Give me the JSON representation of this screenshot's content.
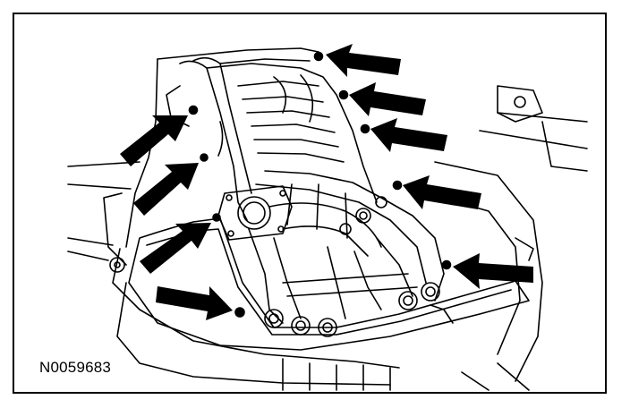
{
  "figure": {
    "code": "N0059683",
    "description_type": "line-art service illustration",
    "ink_color": "#000000",
    "paper_color": "#ffffff",
    "callout_count": 9,
    "callout_shape": "arrow-pointing-at-bolt"
  }
}
